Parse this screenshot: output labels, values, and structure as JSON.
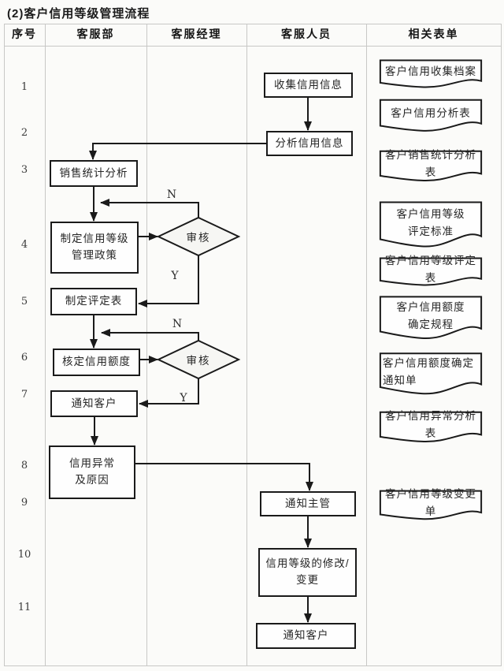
{
  "title": "(2)客户信用等级管理流程",
  "table": {
    "headers": [
      "序号",
      "客服部",
      "客服经理",
      "客服人员",
      "相关表单"
    ],
    "rows": [
      "1",
      "2",
      "3",
      "4",
      "5",
      "6",
      "7",
      "8",
      "9",
      "10",
      "11"
    ]
  },
  "flow": {
    "boxes": [
      {
        "label": "收集信用信息"
      },
      {
        "label": "分析信用信息"
      },
      {
        "label": "销售统计分析"
      },
      {
        "label": "制定信用等级\n管理政策"
      },
      {
        "label": "制定评定表"
      },
      {
        "label": "核定信用额度"
      },
      {
        "label": "通知客户"
      },
      {
        "label": "信用异常\n及原因"
      },
      {
        "label": "通知主管"
      },
      {
        "label": "信用等级的修改/\n变更"
      },
      {
        "label": "通知客户"
      }
    ],
    "decisions": [
      {
        "label": "审核"
      },
      {
        "label": "审核"
      }
    ],
    "branches": [
      {
        "label": "N"
      },
      {
        "label": "Y"
      },
      {
        "label": "N"
      },
      {
        "label": "Y"
      }
    ]
  },
  "forms": [
    {
      "label": "客户信用收集档案"
    },
    {
      "label": "客户信用分析表"
    },
    {
      "label": "客户销售统计分析表"
    },
    {
      "label": "客户信用等级\n评定标准"
    },
    {
      "label": "客户信用等级评定表"
    },
    {
      "label": "客户信用额度\n确定规程"
    },
    {
      "label": "客户信用额度确定通知单"
    },
    {
      "label": "客户信用异常分析表"
    },
    {
      "label": "客户信用等级变更单"
    }
  ],
  "colors": {
    "flow_line": "#1a1a1a",
    "grid_line": "#c8c8c6",
    "text": "#262626",
    "background": "#fbfbf9"
  }
}
